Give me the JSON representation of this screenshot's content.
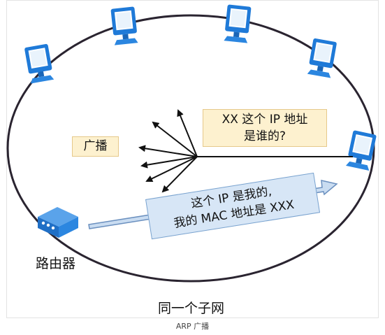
{
  "labels": {
    "broadcast": "广播",
    "question_line1": "XX 这个 IP 地址",
    "question_line2": "是谁的?",
    "reply_line1": "这个 IP 是我的,",
    "reply_line2": "我的 MAC 地址是 XXX",
    "router": "路由器",
    "subnet": "同一个子网"
  },
  "caption": "ARP 广播",
  "colors": {
    "ellipse": "#2a2430",
    "monitor_blue": "#1f7ad8",
    "box_fill": "#fdf1cf",
    "reply_fill": "#d7e6f6",
    "arrow_fill": "#c9dcf1",
    "arrow_stroke": "#6b90bf"
  },
  "icons": {
    "computers": [
      "monitor-icon",
      "monitor-icon",
      "monitor-icon",
      "monitor-icon",
      "monitor-icon",
      "monitor-icon"
    ],
    "router": "router-icon"
  }
}
